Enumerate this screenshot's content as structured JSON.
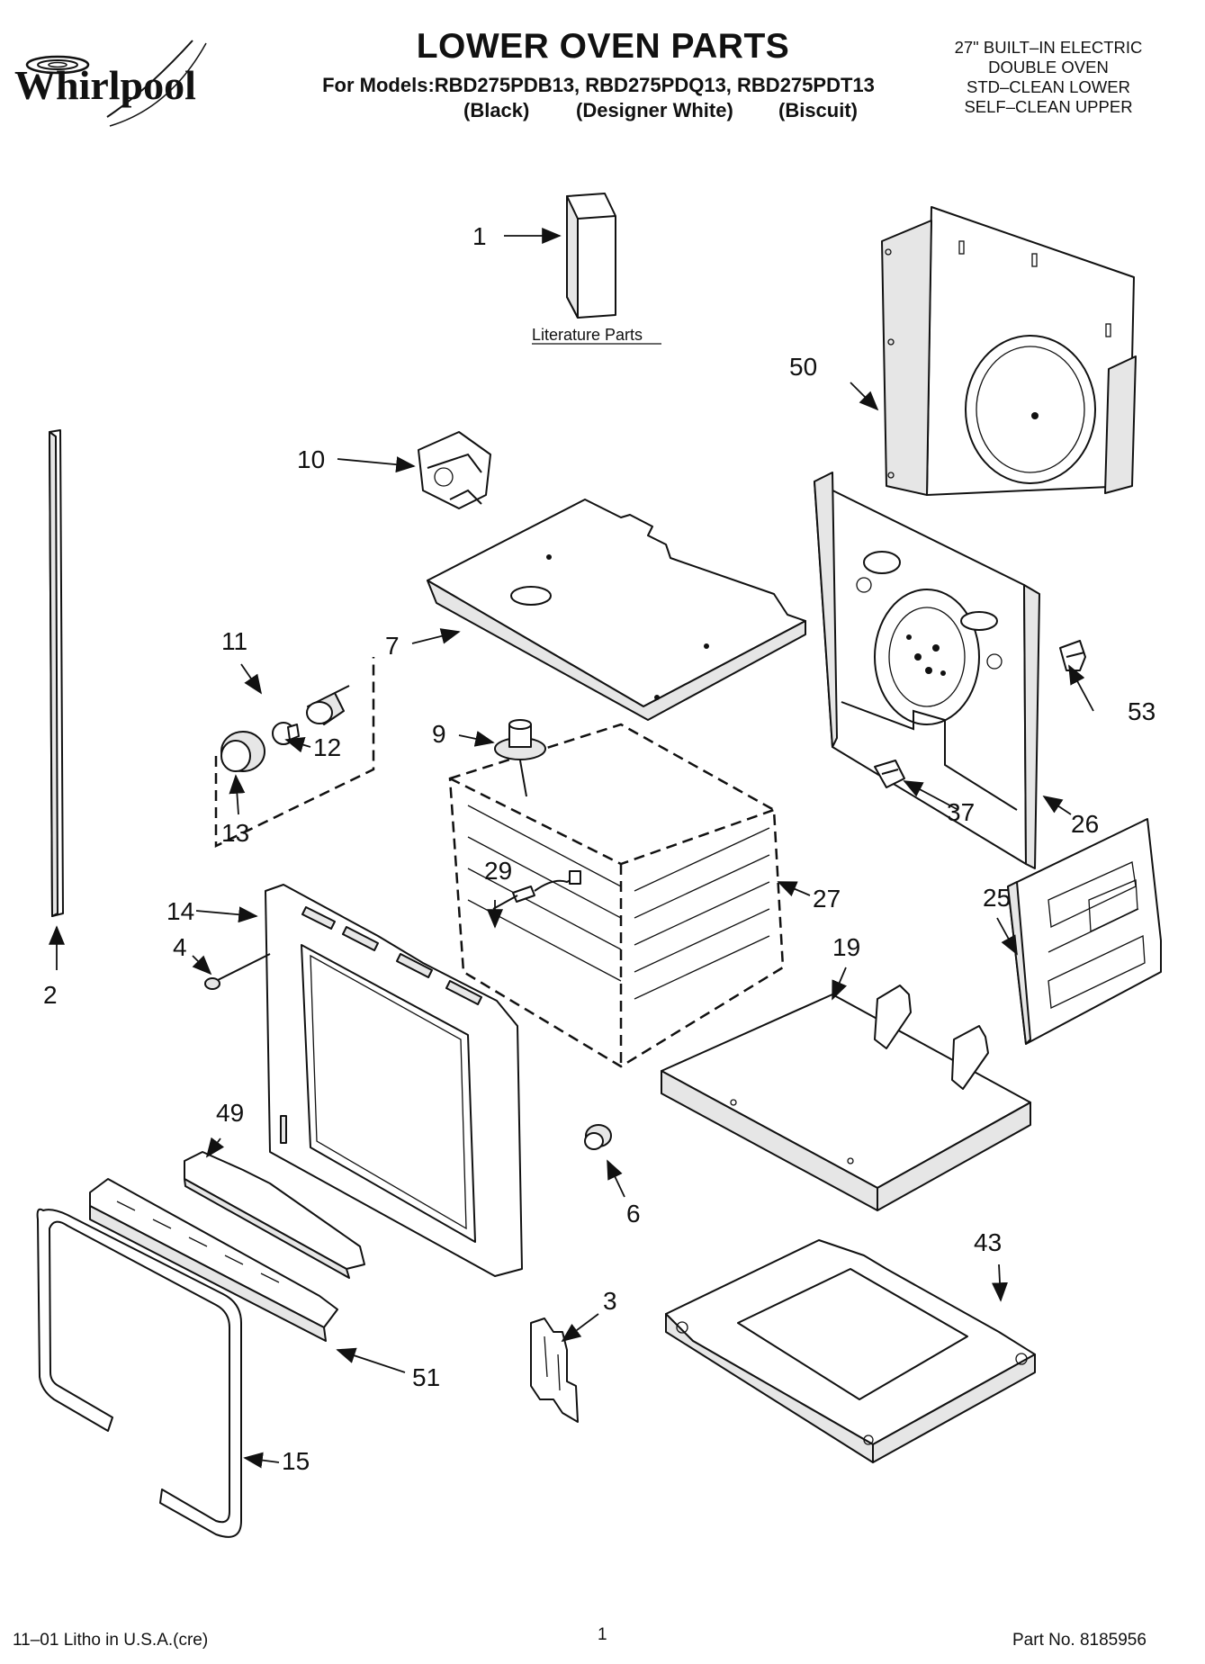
{
  "header": {
    "brand": "Whirlpool",
    "title": "LOWER OVEN PARTS",
    "models_line": "For Models:RBD275PDB13, RBD275PDQ13, RBD275PDT13",
    "variants": [
      "(Black)",
      "(Designer White)",
      "(Biscuit)"
    ],
    "spec_lines": [
      "27\" BUILT–IN ELECTRIC",
      "DOUBLE OVEN",
      "STD–CLEAN LOWER",
      "SELF–CLEAN UPPER"
    ]
  },
  "diagram": {
    "literature_label": "Literature Parts",
    "callouts": [
      "1",
      "2",
      "3",
      "4",
      "6",
      "7",
      "9",
      "10",
      "11",
      "12",
      "13",
      "14",
      "15",
      "19",
      "25",
      "26",
      "27",
      "29",
      "37",
      "43",
      "49",
      "50",
      "51",
      "53"
    ]
  },
  "footer": {
    "litho": "11–01 Litho in U.S.A.(cre)",
    "page": "1",
    "part_no": "Part No. 8185956"
  }
}
